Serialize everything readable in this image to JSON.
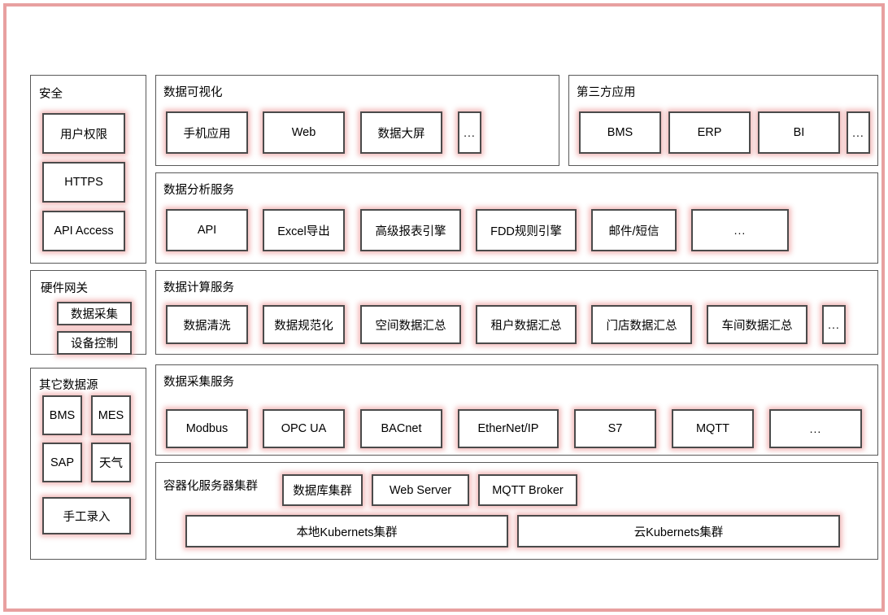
{
  "theme": {
    "frame_color": "#e8a0a0",
    "panel_border": "#595959",
    "box_border": "#4a4a4a",
    "box_glow": "#f0aaaa",
    "background": "#ffffff"
  },
  "panels": {
    "security": {
      "title": "安全",
      "items": [
        {
          "label": "用户权限"
        },
        {
          "label": "HTTPS"
        },
        {
          "label": "API Access"
        }
      ]
    },
    "data_visualization": {
      "title": "数据可视化",
      "items": [
        {
          "label": "手机应用"
        },
        {
          "label": "Web"
        },
        {
          "label": "数据大屏"
        },
        {
          "label": "..."
        }
      ]
    },
    "third_party_apps": {
      "title": "第三方应用",
      "items": [
        {
          "label": "BMS"
        },
        {
          "label": "ERP"
        },
        {
          "label": "BI"
        },
        {
          "label": "..."
        }
      ]
    },
    "data_analysis_service": {
      "title": "数据分析服务",
      "items": [
        {
          "label": "API"
        },
        {
          "label": "Excel导出"
        },
        {
          "label": "高级报表引擎"
        },
        {
          "label": "FDD规则引擎"
        },
        {
          "label": "邮件/短信"
        },
        {
          "label": "..."
        }
      ]
    },
    "hardware_gateway": {
      "title": "硬件网关",
      "items": [
        {
          "label": "数据采集"
        },
        {
          "label": "设备控制"
        }
      ]
    },
    "data_computation_service": {
      "title": "数据计算服务",
      "items": [
        {
          "label": "数据清洗"
        },
        {
          "label": "数据规范化"
        },
        {
          "label": "空间数据汇总"
        },
        {
          "label": "租户数据汇总"
        },
        {
          "label": "门店数据汇总"
        },
        {
          "label": "车间数据汇总"
        },
        {
          "label": "..."
        }
      ]
    },
    "other_data_sources": {
      "title": "其它数据源",
      "items": [
        {
          "label": "BMS"
        },
        {
          "label": "MES"
        },
        {
          "label": "SAP"
        },
        {
          "label": "天气"
        },
        {
          "label": "手工录入"
        }
      ]
    },
    "data_collection_service": {
      "title": "数据采集服务",
      "items": [
        {
          "label": "Modbus"
        },
        {
          "label": "OPC UA"
        },
        {
          "label": "BACnet"
        },
        {
          "label": "EtherNet/IP"
        },
        {
          "label": "S7"
        },
        {
          "label": "MQTT"
        },
        {
          "label": "..."
        }
      ]
    },
    "container_server_cluster": {
      "title": "容器化服务器集群",
      "services": [
        {
          "label": "数据库集群"
        },
        {
          "label": "Web Server"
        },
        {
          "label": "MQTT Broker"
        }
      ],
      "clusters": [
        {
          "label": "本地Kubernets集群"
        },
        {
          "label": "云Kubernets集群"
        }
      ]
    }
  }
}
